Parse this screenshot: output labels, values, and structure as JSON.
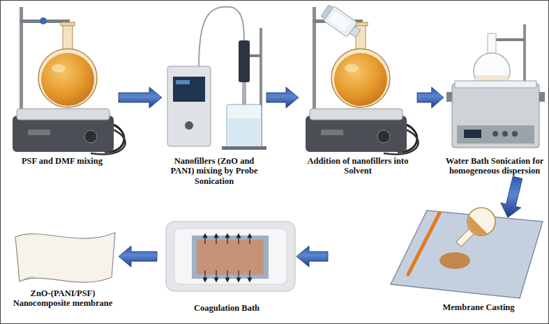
{
  "diagram": {
    "nodes": [
      {
        "text": [
          "PSF and DMF mixing"
        ]
      },
      {
        "text": [
          "Nanofillers (ZnO and PANI) mixing by Probe Sonication"
        ]
      },
      {
        "text": [
          "Addition of nanofillers into Solvent"
        ]
      },
      {
        "text": [
          "Water Bath Sonication for homogeneous dispersion"
        ]
      },
      {
        "text": [
          "Membrane Casting"
        ]
      },
      {
        "text": [
          "Coagulation Bath"
        ]
      },
      {
        "text": [
          "ZnO-(PANI/PSF) Nanocomposite membrane"
        ]
      }
    ],
    "edges": [
      {
        "from": 0,
        "to": 1,
        "arrow": "to"
      },
      {
        "from": 1,
        "to": 2,
        "arrow": "to"
      },
      {
        "from": 2,
        "to": 3,
        "arrow": "to"
      },
      {
        "from": 3,
        "to": 4,
        "arrow": "to"
      },
      {
        "from": 4,
        "to": 5,
        "arrow": "to"
      },
      {
        "from": 5,
        "to": 6,
        "arrow": "to"
      }
    ]
  }
}
